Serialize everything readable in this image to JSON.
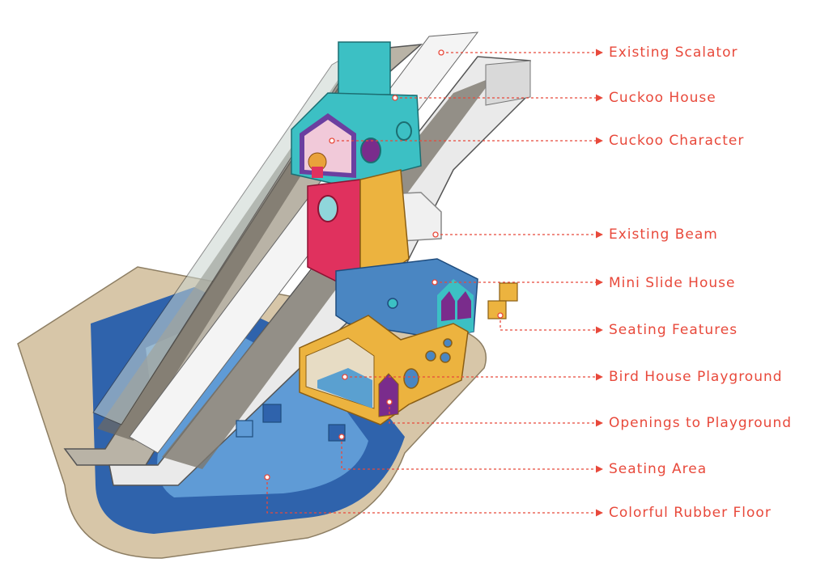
{
  "colors": {
    "label": "#e8493b",
    "teal": "#3cc0c4",
    "magenta": "#e0315e",
    "yellow": "#ecb33f",
    "blue": "#4a86c2",
    "floor_dark": "#2f63ac",
    "floor_light": "#5f9bd6",
    "base": "#d7c6a8"
  },
  "labels": [
    {
      "id": "existing-scalator",
      "text": "Existing Scalator"
    },
    {
      "id": "cuckoo-house",
      "text": "Cuckoo House"
    },
    {
      "id": "cuckoo-character",
      "text": "Cuckoo Character"
    },
    {
      "id": "existing-beam",
      "text": "Existing Beam"
    },
    {
      "id": "mini-slide-house",
      "text": "Mini Slide House"
    },
    {
      "id": "seating-features",
      "text": "Seating Features"
    },
    {
      "id": "bird-house-playground",
      "text": "Bird House Playground"
    },
    {
      "id": "openings-to-playground",
      "text": "Openings to Playground"
    },
    {
      "id": "seating-area",
      "text": "Seating Area"
    },
    {
      "id": "colorful-rubber-floor",
      "text": "Colorful Rubber Floor"
    }
  ]
}
